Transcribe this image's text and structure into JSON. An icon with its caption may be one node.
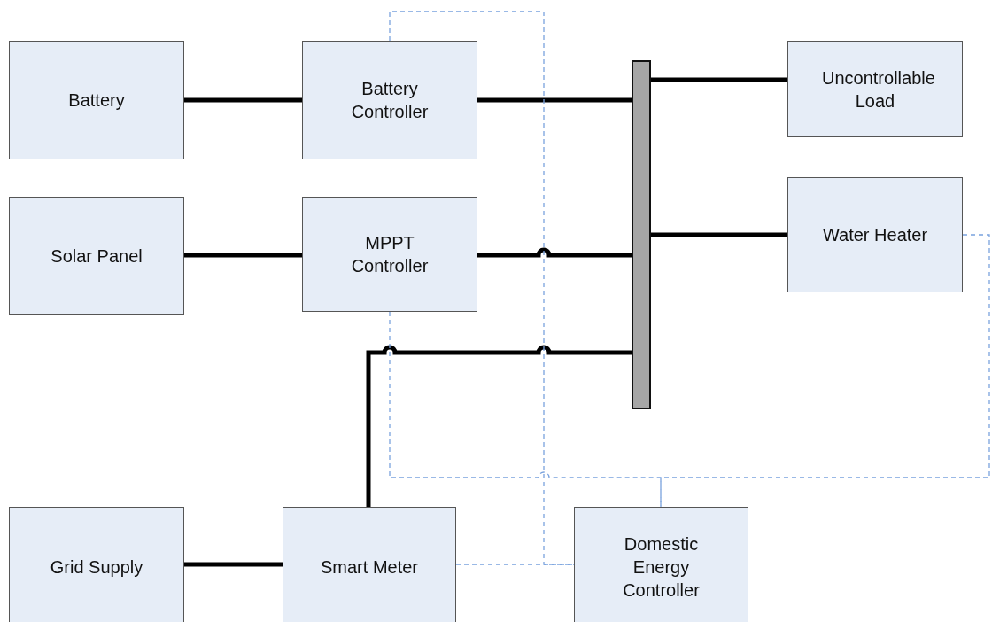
{
  "diagram": {
    "nodes": [
      {
        "text": [
          "Battery"
        ]
      },
      {
        "text": [
          "Battery Controller"
        ]
      },
      {
        "text": [
          "Uncontrollable Load"
        ]
      },
      {
        "text": [
          "Solar Panel"
        ]
      },
      {
        "text": [
          "MPPT Controller"
        ]
      },
      {
        "text": [],
        "shape": "bar"
      },
      {
        "text": [
          "Water Heater"
        ]
      },
      {
        "text": [
          "Grid Supply"
        ]
      },
      {
        "text": [
          "Smart Meter"
        ]
      },
      {
        "text": [
          "Domestic Energy Controller"
        ]
      }
    ],
    "edges": [
      {
        "from": 0,
        "to": 1,
        "arrow": "none"
      },
      {
        "from": 1,
        "to": 5,
        "arrow": "none"
      },
      {
        "from": 3,
        "to": 4,
        "arrow": "none"
      },
      {
        "from": 4,
        "to": 5,
        "arrow": "none"
      },
      {
        "from": 8,
        "to": 5,
        "arrow": "none"
      },
      {
        "from": 5,
        "to": 2,
        "arrow": "none"
      },
      {
        "from": 5,
        "to": 6,
        "arrow": "none"
      },
      {
        "from": 7,
        "to": 8,
        "arrow": "none"
      },
      {
        "from": 1,
        "to": 9,
        "arrow": "none",
        "style": "dashed",
        "color": "#7aa3de"
      },
      {
        "from": 4,
        "to": 9,
        "arrow": "none",
        "style": "dashed",
        "color": "#7aa3de"
      },
      {
        "from": 6,
        "to": 9,
        "arrow": "none",
        "style": "dashed",
        "color": "#7aa3de"
      },
      {
        "from": 8,
        "to": 9,
        "arrow": "none",
        "style": "dashed",
        "color": "#7aa3de"
      }
    ]
  }
}
